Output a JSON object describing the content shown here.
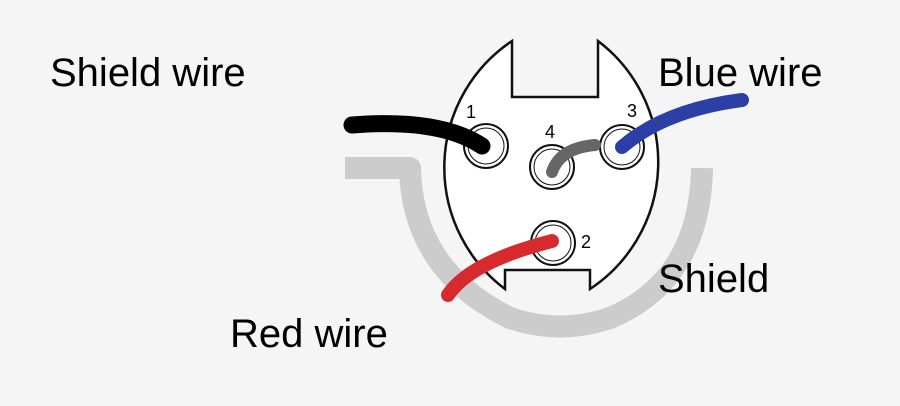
{
  "labels": {
    "shield_wire": "Shield wire",
    "blue_wire": "Blue wire",
    "shield": "Shield",
    "red_wire": "Red wire"
  },
  "pins": [
    {
      "number": "1",
      "function": ""
    },
    {
      "number": "2",
      "function": ""
    },
    {
      "number": "3",
      "function": ""
    },
    {
      "number": "4",
      "function": ""
    }
  ],
  "colors": {
    "background": "#f5f5f5",
    "connector_fill": "#ffffff",
    "connector_outline": "#111111",
    "shield_cable": "#cccccc",
    "shield_wire": "#000000",
    "blue_wire": "#2b3fa6",
    "red_wire": "#d72a2e",
    "pin4_wire": "#666666"
  }
}
